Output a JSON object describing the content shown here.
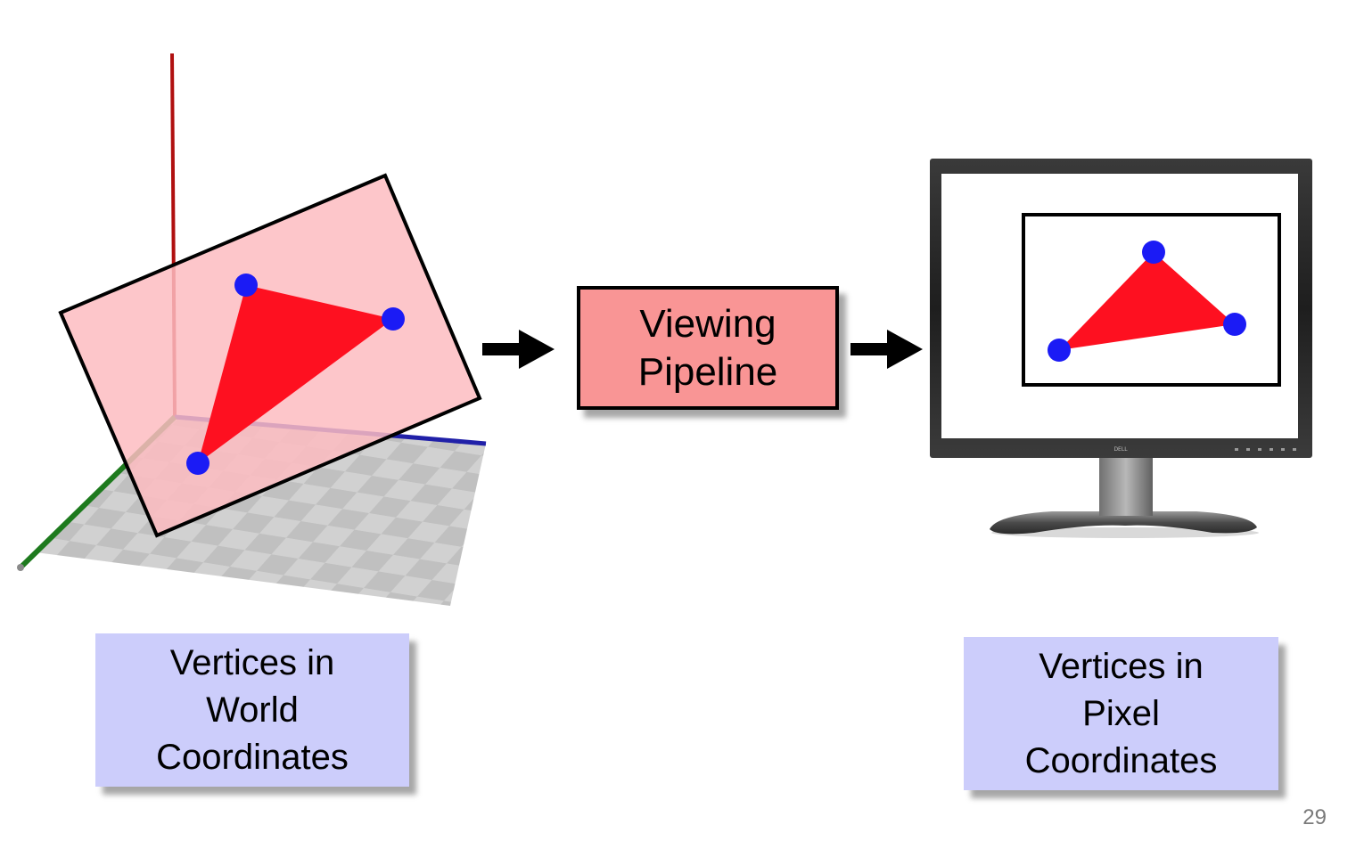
{
  "world_label": {
    "lines": [
      "Vertices in",
      "World",
      "Coordinates"
    ]
  },
  "pipeline": {
    "lines": [
      "Viewing",
      "Pipeline"
    ]
  },
  "pixel_label": {
    "lines": [
      "Vertices in",
      "Pixel",
      "Coordinates"
    ]
  },
  "monitor": {
    "brand": "DELL"
  },
  "slide_number": "29",
  "colors": {
    "triangle": "#fe1020",
    "vertex": "#1b1bf5",
    "plane": "#fdbcc1",
    "pipeline_box": "#f99595",
    "label_box": "#cccdfb",
    "axis_x": "#2020a8",
    "axis_y": "#b01010",
    "axis_z": "#1e7a1e"
  }
}
